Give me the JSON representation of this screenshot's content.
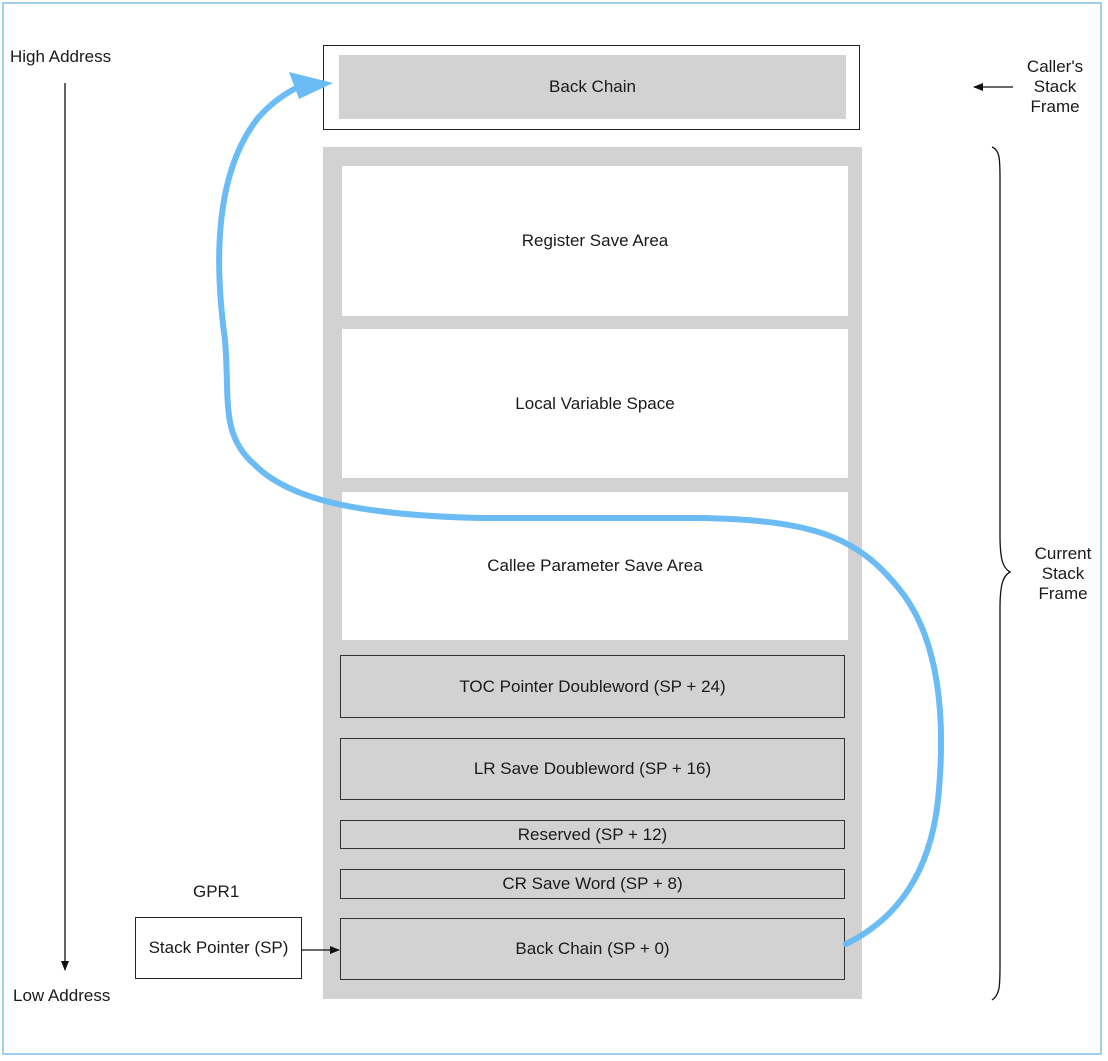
{
  "axis": {
    "high_label": "High Address",
    "low_label": "Low Address"
  },
  "caller": {
    "block_label": "Back Chain",
    "side_label": [
      "Caller's",
      "Stack",
      "Frame"
    ]
  },
  "current": {
    "side_label": [
      "Current",
      "Stack",
      "Frame"
    ],
    "areas": [
      "Register Save Area",
      "Local Variable Space",
      "Callee Parameter Save Area"
    ],
    "slots": [
      "TOC Pointer Doubleword (SP + 24)",
      "LR Save Doubleword (SP + 16)",
      "Reserved (SP + 12)",
      "CR Save Word (SP + 8)",
      "Back Chain (SP + 0)"
    ]
  },
  "register": {
    "name": "GPR1",
    "box_label": "Stack Pointer (SP)"
  },
  "colors": {
    "frame_border": "#9fd0ef",
    "block_grey": "#d2d2d2",
    "link_arrow": "#6bbcf5"
  }
}
